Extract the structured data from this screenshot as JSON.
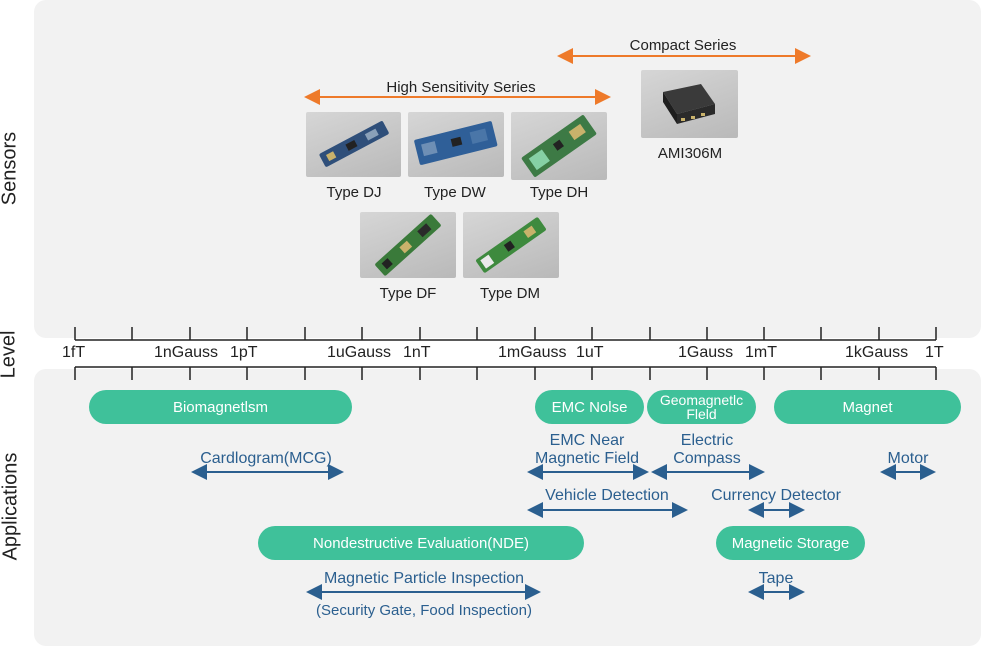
{
  "side_labels": {
    "sensors": "Sensors",
    "level": "Level",
    "applications": "Applications"
  },
  "series": {
    "compact": "Compact Series",
    "high_sensitivity": "High Sensitivity Series"
  },
  "sensors": [
    {
      "id": "dj",
      "caption": "Type DJ"
    },
    {
      "id": "dw",
      "caption": "Type DW"
    },
    {
      "id": "dh",
      "caption": "Type DH"
    },
    {
      "id": "df",
      "caption": "Type DF"
    },
    {
      "id": "dm",
      "caption": "Type DM"
    },
    {
      "id": "ami",
      "caption": "AMI306M"
    }
  ],
  "scale": {
    "labels": [
      "1fT",
      "1nGauss",
      "1pT",
      "1uGauss",
      "1nT",
      "1mGauss",
      "1uT",
      "1Gauss",
      "1mT",
      "1kGauss",
      "1T"
    ]
  },
  "categories": {
    "biomagnetism": "Biomagnetlsm",
    "emc_noise": "EMC Nolse",
    "geomagnetic_1": "Geomagnetlc",
    "geomagnetic_2": "Fleld",
    "magnet": "Magnet",
    "nde": "Nondestructive Evaluation(NDE)",
    "magnetic_storage": "Magnetic Storage"
  },
  "applications": {
    "cardiogram": "Cardlogram(MCG)",
    "emc_near_1": "EMC Near",
    "emc_near_2": "Magnetic Field",
    "electric_compass_1": "Electric",
    "electric_compass_2": "Compass",
    "motor": "Motor",
    "vehicle_detection": "Vehicle Detection",
    "currency_detector": "Currency Detector",
    "magnetic_particle": "Magnetic Particle Inspection",
    "magnetic_particle_sub": "(Security Gate, Food Inspection)",
    "tape": "Tape"
  },
  "colors": {
    "panel": "#f2f2f2",
    "category_pill": "#3fc19a",
    "application_text": "#2b5f8f",
    "series_arrow": "#ee7a2a",
    "app_arrow": "#2b5f8f"
  }
}
